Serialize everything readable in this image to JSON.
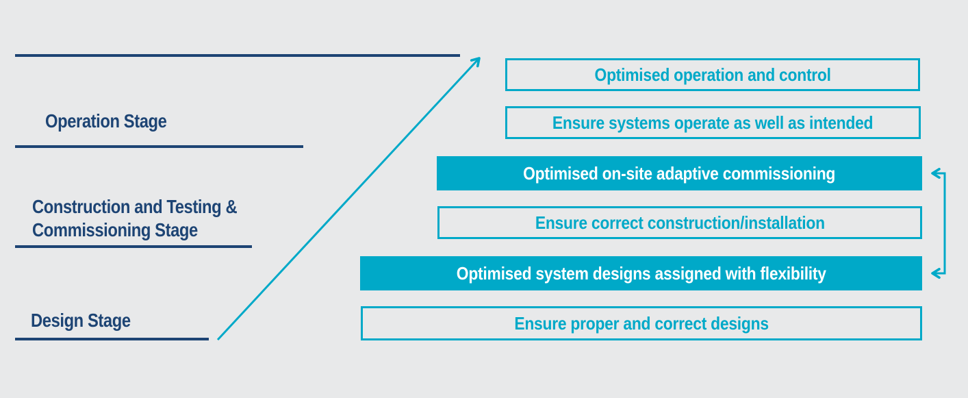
{
  "diagram": {
    "stages": [
      {
        "label": "Operation Stage"
      },
      {
        "label": "Construction and Testing &\nCommissioning Stage"
      },
      {
        "label": "Design Stage"
      }
    ],
    "boxes": [
      {
        "label": "Optimised operation and control",
        "variant": "outlined"
      },
      {
        "label": "Ensure systems operate as well as intended",
        "variant": "outlined"
      },
      {
        "label": "Optimised on-site adaptive commissioning",
        "variant": "filled"
      },
      {
        "label": "Ensure correct construction/installation",
        "variant": "outlined"
      },
      {
        "label": "Optimised system designs assigned with flexibility",
        "variant": "filled"
      },
      {
        "label": "Ensure proper and correct designs",
        "variant": "outlined"
      }
    ],
    "colors": {
      "navy": "#1d4474",
      "cyan": "#00a9c8",
      "background": "#e8e9ea",
      "filled_box_text": "#ffffff"
    }
  }
}
